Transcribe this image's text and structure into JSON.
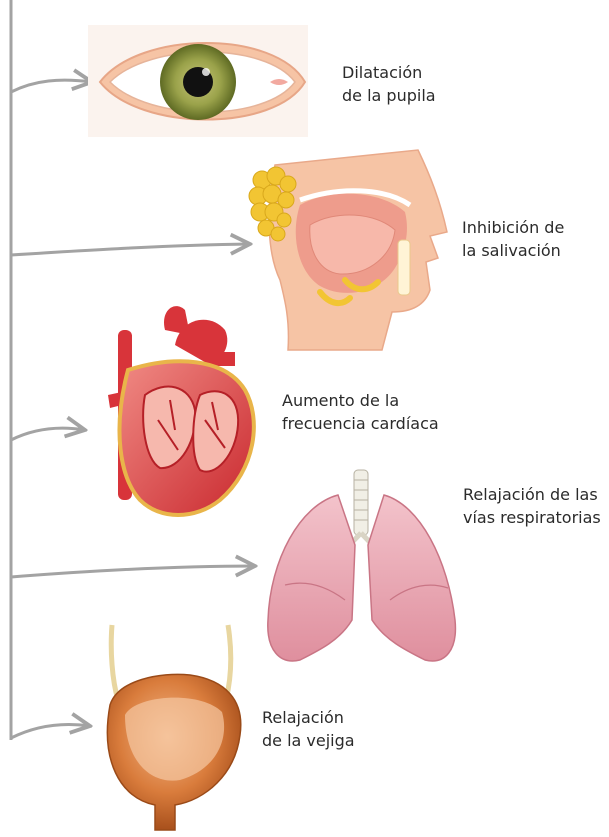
{
  "effects": [
    {
      "id": "pupil",
      "lines": [
        "Dilatación",
        "de la pupila"
      ]
    },
    {
      "id": "saliva",
      "lines": [
        "Inhibición de",
        "la salivación"
      ]
    },
    {
      "id": "heart",
      "lines": [
        "Aumento de la",
        "frecuencia cardíaca"
      ]
    },
    {
      "id": "airways",
      "lines": [
        "Relajación de las",
        "vías respiratorias"
      ]
    },
    {
      "id": "bladder",
      "lines": [
        "Relajación",
        "de la vejiga"
      ]
    }
  ],
  "colors": {
    "arrow": "#a3a3a3",
    "skin": "#f6c4a5",
    "iris": "#9aa24a",
    "heart": "#d8343a",
    "lung": "#e9a3b0",
    "bladder": "#c9652a",
    "gland": "#f2c533"
  }
}
